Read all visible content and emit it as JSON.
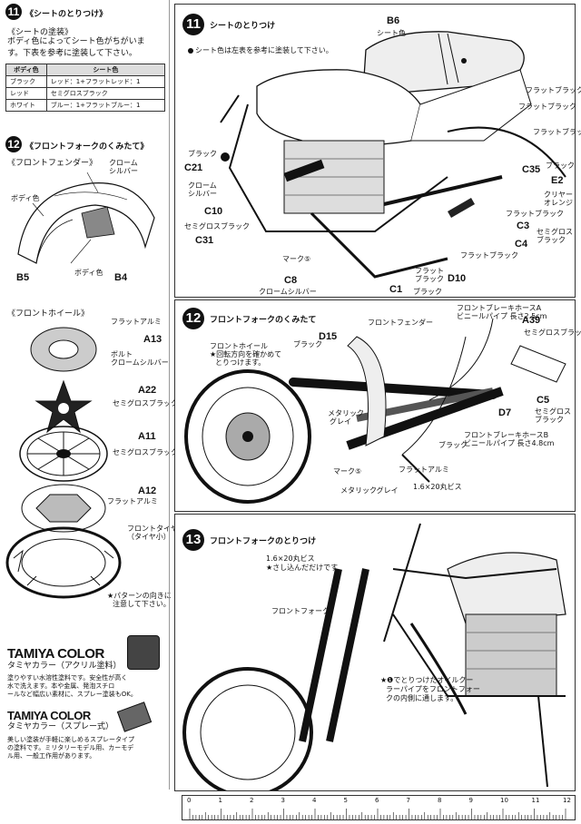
{
  "left": {
    "step11": {
      "num": "11",
      "title": "《シートのとりつけ》"
    },
    "paint": {
      "title": "《シートの塗装》",
      "desc1": "ボディ色によってシート色がちがいま",
      "desc2": "す。下表を参考に塗装して下さい。",
      "table": {
        "head": [
          "ボディ色",
          "シート色"
        ],
        "rows": [
          [
            "ブラック",
            "レッド：1+フラットレッド：1"
          ],
          [
            "レッド",
            "セミグロスブラック"
          ],
          [
            "ホワイト",
            "ブルー：1+フラットブルー：1"
          ]
        ]
      }
    },
    "step12": {
      "num": "12",
      "title": "《フロントフォークのくみたて》"
    },
    "fender": {
      "title": "《フロントフェンダー》",
      "chrome": "クローム",
      "chrome2": "シルバー",
      "bodycolor_a": "ボディ色",
      "bodycolor_b": "ボディ色",
      "b5": "B5",
      "b4": "B4"
    },
    "wheel": {
      "title": "《フロントホイール》",
      "flat_alu_1": "フラットアルミ",
      "bolt": "ボルト",
      "bolt_chrome": "クロームシルバー",
      "a13": "A13",
      "a22": "A22",
      "semigloss_1": "セミグロスブラック",
      "a11": "A11",
      "semigloss_2": "セミグロスブラック",
      "a12": "A12",
      "flat_alu_2": "フラットアルミ",
      "tire": "フロントタイヤ",
      "tire2": "（タイヤ小）",
      "note1": "★パターンの向きに",
      "note2": "注意して下さい。"
    },
    "tamiya": {
      "brand": "TAMIYA COLOR",
      "sub1": "タミヤカラー（アクリル塗料）",
      "text1a": "塗りやすい水溶性塗料です。安全性が高く",
      "text1b": "水で洗えます。本や金属、発泡スチロ",
      "text1c": "ールなど幅広い素材に、スプレー塗装もOK。",
      "brand2": "TAMIYA COLOR",
      "sub2": "タミヤカラー（スプレー式）",
      "text2a": "美しい塗装が手軽に楽しめるスプレータイプ",
      "text2b": "の塗料です。ミリタリーモデル用、カーモデ",
      "text2c": "ル用、一般工作用があります。"
    }
  },
  "right": {
    "step11": {
      "num": "11",
      "title": "シートのとりつけ",
      "note": "シート色は左表を参考に塗装して下さい。",
      "b6": "B6",
      "seat_color": "シート色",
      "flat_black_1": "フラットブラック",
      "black_1": "ブラック",
      "c21": "C21",
      "chrome_silver_1a": "クローム",
      "chrome_silver_1b": "シルバー",
      "c10": "C10",
      "semigloss_1": "セミグロスブラック",
      "c31": "C31",
      "mark5": "マーク⑤",
      "c8": "C8",
      "chrome_silver_2": "クロームシルバー",
      "c1": "C1",
      "black_2": "ブラック",
      "flat_black_2a": "フラット",
      "flat_black_2b": "ブラック",
      "d10": "D10",
      "flat_black_3": "フラットブラック",
      "c4": "C4",
      "semigloss_2a": "セミグロス",
      "semigloss_2b": "ブラック",
      "c3": "C3",
      "flat_black_4": "フラットブラック",
      "clear_orange_a": "クリヤー",
      "clear_orange_b": "オレンジ",
      "e2": "E2",
      "c35": "C35",
      "black_3": "ブラック",
      "flat_black_5": "フラットブラック",
      "flat_black_6": "フラットブラック"
    },
    "step12": {
      "num": "12",
      "title": "フロントフォークのくみたて",
      "front_fender": "フロントフェンダー",
      "hose": "フロントブレーキホースA",
      "hose2": "ビニールパイプ 長さ2.5cm",
      "a39": "A39",
      "semigloss_1": "セミグロスブラック",
      "d15": "D15",
      "black_1": "ブラック",
      "wheel_note1": "フロントホイール",
      "wheel_note2": "★回転方向を確かめて",
      "wheel_note3": "とりつけます。",
      "metal_grey_1a": "メタリック",
      "metal_grey_1b": "グレイ",
      "c5": "C5",
      "semigloss_2a": "セミグロス",
      "semigloss_2b": "ブラック",
      "d7": "D7",
      "hose_b1": "フロントブレーキホースB",
      "hose_b2": "ビニールパイプ 長さ4.8cm",
      "black_2": "ブラック",
      "flat_alu": "フラットアルミ",
      "mark5": "マーク⑤",
      "metal_grey_2": "メタリックグレイ",
      "screw": "1.6×20丸ビス"
    },
    "step13": {
      "num": "13",
      "title": "フロントフォークのとりつけ",
      "screw1": "1.6×20丸ビス",
      "screw2": "★さし込んだだけです",
      "fork": "フロントフォーク",
      "note1": "★❶でとりつけたオイルクー",
      "note2": "ラーパイプをフロントフォー",
      "note3": "クの内側に通します。"
    }
  },
  "ruler": {
    "ticks": [
      "0",
      "1",
      "2",
      "3",
      "4",
      "5",
      "6",
      "7",
      "8",
      "9",
      "10",
      "11",
      "12"
    ]
  },
  "colors": {
    "ink": "#111111",
    "panel_border": "#333333",
    "table_head": "#dddddd"
  }
}
